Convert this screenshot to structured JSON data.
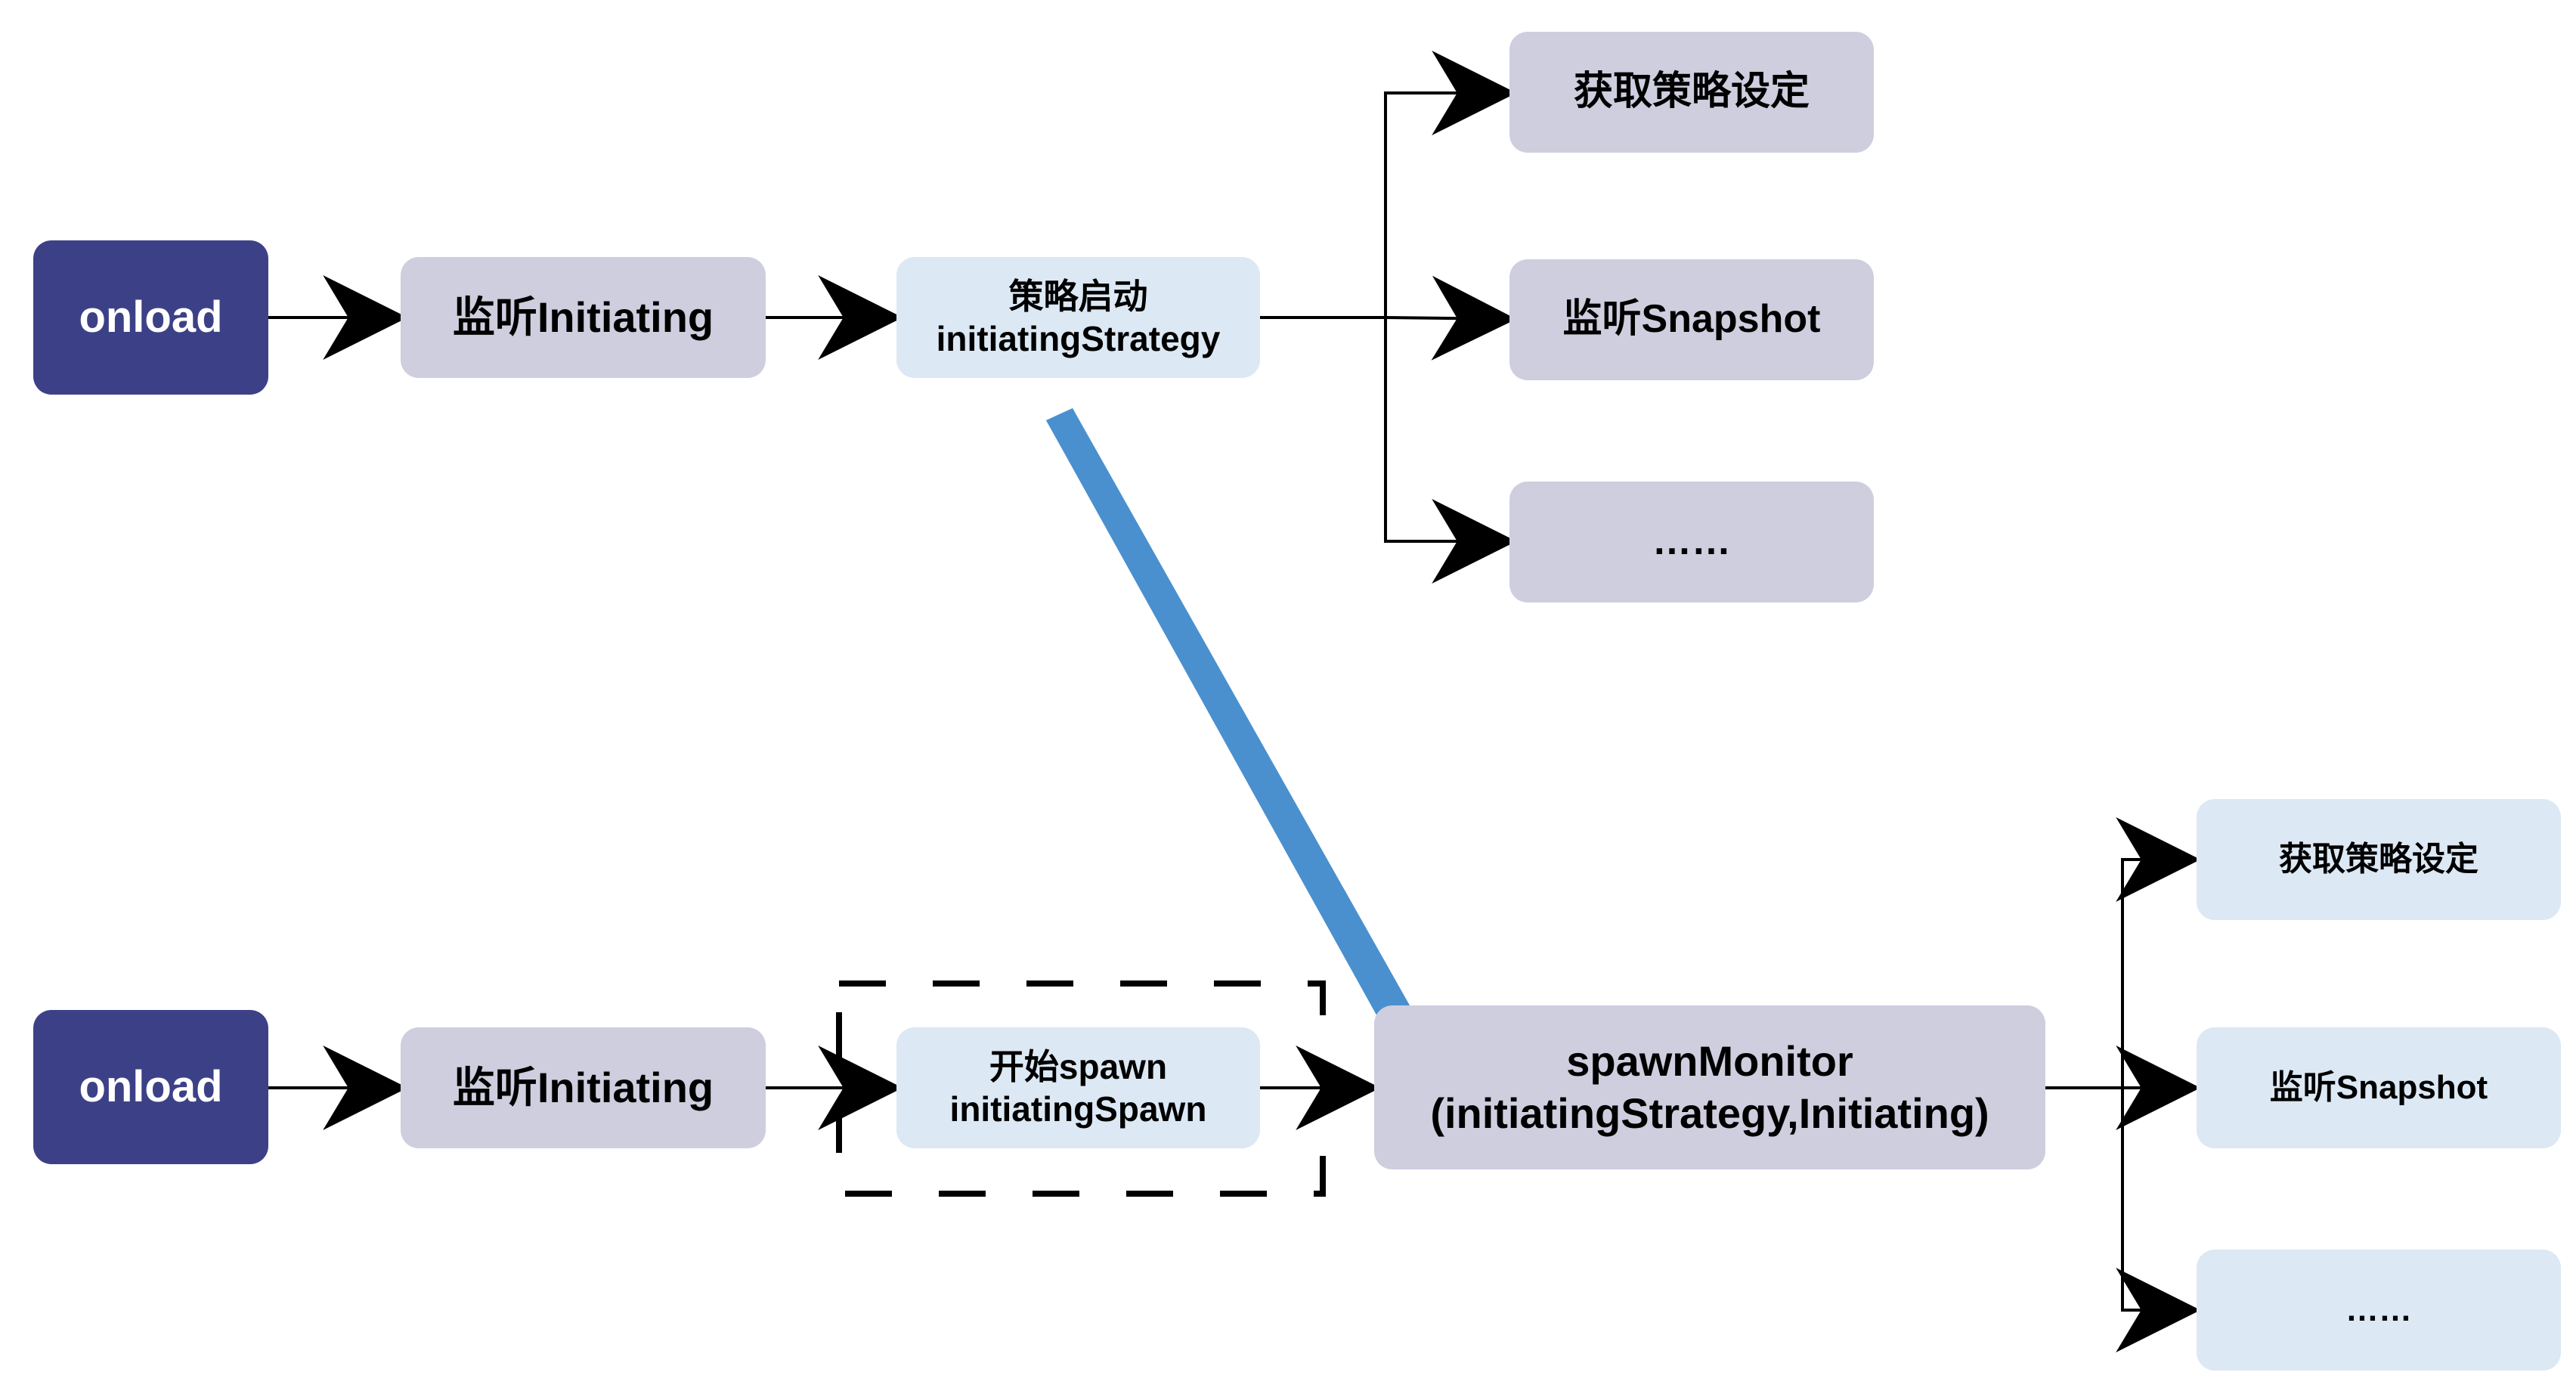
{
  "top_flow": {
    "start": "onload",
    "listen_initiating": "监听Initiating",
    "strategy_start": {
      "line1": "策略启动",
      "line2": "initiatingStrategy"
    },
    "branches": [
      "获取策略设定",
      "监听Snapshot",
      "……"
    ]
  },
  "bottom_flow": {
    "start": "onload",
    "listen_initiating": "监听Initiating",
    "spawn_start": {
      "line1": "开始spawn",
      "line2": "initiatingSpawn"
    },
    "monitor": {
      "line1": "spawnMonitor",
      "line2": "(initiatingStrategy,Initiating)"
    },
    "branches": [
      "获取策略设定",
      "监听Snapshot",
      "……"
    ]
  },
  "colors": {
    "start_node": "#3c4187",
    "grey_node": "#cfcedf",
    "light_node": "#dce8f4",
    "transition_arrow": "#4a90cf",
    "connector": "#000000"
  }
}
